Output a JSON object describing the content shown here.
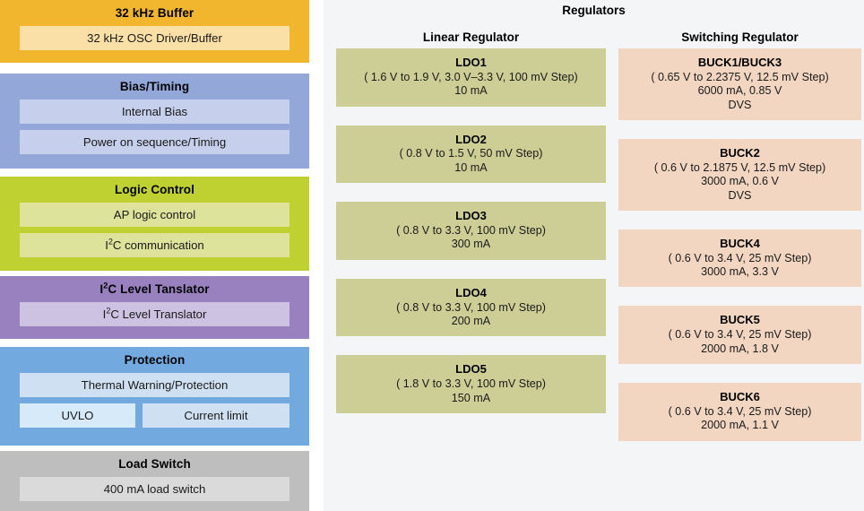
{
  "left_column": {
    "blocks": [
      {
        "key": "osc",
        "title": "32 kHz Buffer",
        "rows": [
          {
            "items": [
              {
                "label": "32 kHz OSC Driver/Buffer"
              }
            ]
          }
        ]
      },
      {
        "key": "bias",
        "title": "Bias/Timing",
        "rows": [
          {
            "items": [
              {
                "label": "Internal Bias"
              }
            ]
          },
          {
            "items": [
              {
                "label": "Power on sequence/Timing"
              }
            ]
          }
        ]
      },
      {
        "key": "logic",
        "title": "Logic Control",
        "rows": [
          {
            "items": [
              {
                "label": "AP logic control"
              }
            ]
          },
          {
            "items": [
              {
                "label": "I2C communication",
                "html": "I<sup>2</sup>C communication"
              }
            ]
          }
        ]
      },
      {
        "key": "i2c",
        "title": "I2C Level Tanslator",
        "title_html": "I<sup>2</sup>C Level Tanslator",
        "rows": [
          {
            "items": [
              {
                "label": "I2C Level Translator",
                "html": "I<sup>2</sup>C Level Translator"
              }
            ]
          }
        ]
      },
      {
        "key": "prot",
        "title": "Protection",
        "rows": [
          {
            "items": [
              {
                "label": "Thermal Warning/Protection"
              }
            ]
          },
          {
            "items": [
              {
                "label": "UVLO",
                "variant": "light"
              },
              {
                "label": "Current limit"
              }
            ]
          }
        ]
      },
      {
        "key": "load",
        "title": "Load Switch",
        "rows": [
          {
            "items": [
              {
                "label": "400 mA load switch"
              }
            ]
          }
        ]
      }
    ]
  },
  "right_panel": {
    "title": "Regulators",
    "columns": [
      {
        "key": "linear",
        "header": "Linear Regulator",
        "style": "green",
        "items": [
          {
            "name": "LDO1",
            "lines": [
              "( 1.6 V to 1.9 V, 3.0 V–3.3 V, 100 mV Step)",
              "10 mA"
            ]
          },
          {
            "name": "LDO2",
            "lines": [
              "( 0.8 V to 1.5 V, 50 mV Step)",
              "10 mA"
            ]
          },
          {
            "name": "LDO3",
            "lines": [
              "( 0.8 V to 3.3 V, 100 mV Step)",
              "300 mA"
            ]
          },
          {
            "name": "LDO4",
            "lines": [
              "( 0.8 V to 3.3 V, 100 mV Step)",
              "200 mA"
            ]
          },
          {
            "name": "LDO5",
            "lines": [
              "( 1.8 V to 3.3 V, 100 mV Step)",
              "150 mA"
            ]
          }
        ]
      },
      {
        "key": "switching",
        "header": "Switching Regulator",
        "style": "peach",
        "items": [
          {
            "name": "BUCK1/BUCK3",
            "lines": [
              "( 0.65 V to 2.2375 V, 12.5 mV Step)",
              "6000 mA, 0.85 V",
              "DVS"
            ]
          },
          {
            "name": "BUCK2",
            "lines": [
              "( 0.6 V to 2.1875 V, 12.5 mV Step)",
              "3000 mA, 0.6 V",
              "DVS"
            ]
          },
          {
            "name": "BUCK4",
            "lines": [
              "( 0.6 V to 3.4 V, 25 mV Step)",
              "3000 mA, 3.3 V"
            ]
          },
          {
            "name": "BUCK5",
            "lines": [
              "( 0.6 V to 3.4 V, 25 mV Step)",
              "2000 mA, 1.8 V"
            ]
          },
          {
            "name": "BUCK6",
            "lines": [
              "( 0.6 V to 3.4 V, 25 mV Step)",
              "2000 mA, 1.1 V"
            ]
          }
        ]
      }
    ]
  },
  "colors": {
    "osc_header": "#f2b52e",
    "osc_inner": "#fadfa7",
    "bias_header": "#93a8d8",
    "bias_inner": "#c6cfeb",
    "logic_header": "#bed130",
    "logic_inner": "#dde39b",
    "i2c_header": "#9981c0",
    "i2c_inner": "#cdc2e2",
    "protection_header": "#72aadf",
    "protection_inner": "#cfe0f2",
    "protection_inner_light": "#d7eafa",
    "load_header": "#bebebe",
    "load_inner": "#dadada",
    "panel_bg": "#f4f5f7",
    "linear_box": "#ccce96",
    "switching_box": "#f2d6c1"
  }
}
